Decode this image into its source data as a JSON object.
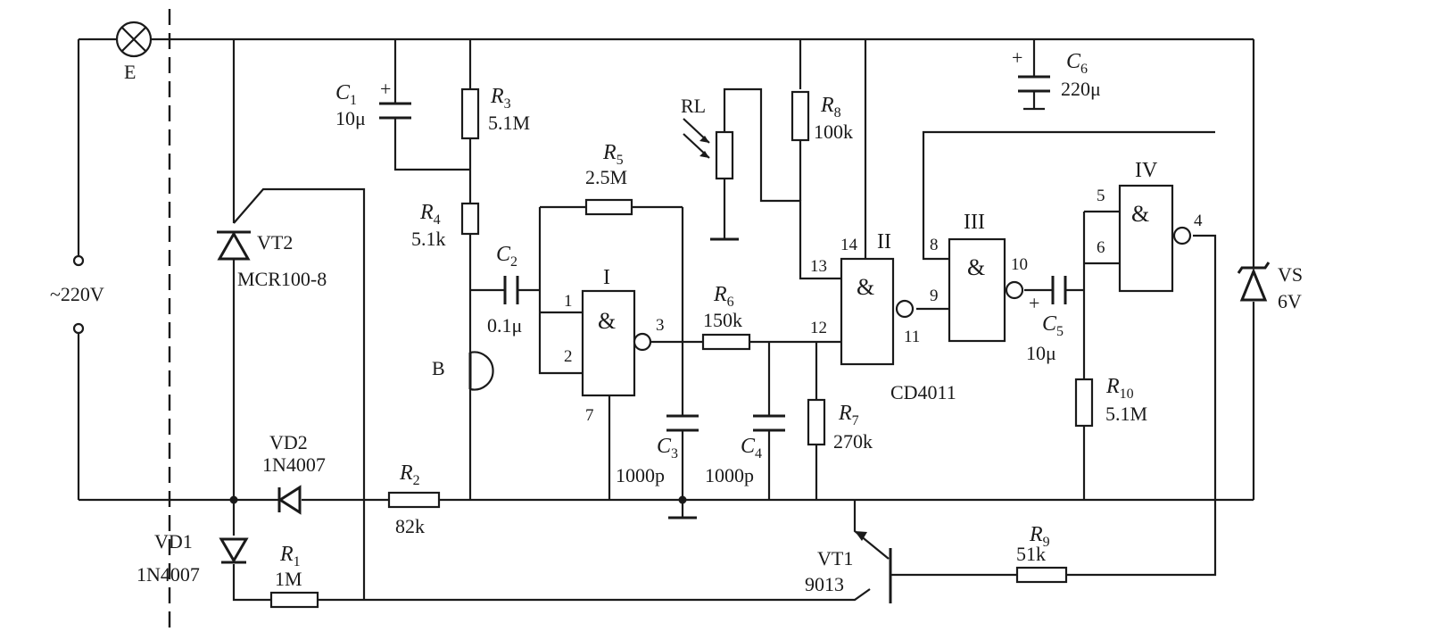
{
  "diagram": {
    "lamp": "E",
    "mains": "~220V",
    "thyristor": {
      "ref": "VT2",
      "part": "MCR100-8"
    },
    "vd1": {
      "ref": "VD1",
      "part": "1N4007"
    },
    "vd2": {
      "ref": "VD2",
      "part": "1N4007"
    },
    "r1": {
      "letter": "R",
      "num": "1",
      "value": "1M"
    },
    "r2": {
      "letter": "R",
      "num": "2",
      "value": "82k"
    },
    "c1": {
      "letter": "C",
      "num": "1",
      "value": "10μ",
      "polarity": "+"
    },
    "r3": {
      "letter": "R",
      "num": "3",
      "value": "5.1M"
    },
    "r4": {
      "letter": "R",
      "num": "4",
      "value": "5.1k"
    },
    "mic": "B",
    "c2": {
      "letter": "C",
      "num": "2",
      "value": "0.1μ"
    },
    "r5": {
      "letter": "R",
      "num": "5",
      "value": "2.5M"
    },
    "c3": {
      "letter": "C",
      "num": "3",
      "value": "1000p"
    },
    "gate1": {
      "roman": "I",
      "symbol": "&",
      "pins": [
        "1",
        "2",
        "3",
        "7"
      ]
    },
    "r6": {
      "letter": "R",
      "num": "6",
      "value": "150k"
    },
    "c4": {
      "letter": "C",
      "num": "4",
      "value": "1000p"
    },
    "r7": {
      "letter": "R",
      "num": "7",
      "value": "270k"
    },
    "rl": "RL",
    "r8": {
      "letter": "R",
      "num": "8",
      "value": "100k"
    },
    "gate2": {
      "roman": "II",
      "symbol": "&",
      "pins": [
        "14",
        "13",
        "12",
        "11"
      ]
    },
    "ic": "CD4011",
    "gate3": {
      "roman": "III",
      "symbol": "&",
      "pins": [
        "8",
        "9",
        "10"
      ]
    },
    "c5": {
      "letter": "C",
      "num": "5",
      "value": "10μ",
      "polarity": "+"
    },
    "gate4": {
      "roman": "IV",
      "symbol": "&",
      "pins": [
        "5",
        "6",
        "4"
      ]
    },
    "r10": {
      "letter": "R",
      "num": "10",
      "value": "5.1M"
    },
    "c6": {
      "letter": "C",
      "num": "6",
      "value": "220μ",
      "polarity": "+"
    },
    "vs": {
      "ref": "VS",
      "value": "6V"
    },
    "vt1": {
      "ref": "VT1",
      "part": "9013"
    },
    "r9": {
      "letter": "R",
      "num": "9",
      "value": "51k"
    }
  }
}
